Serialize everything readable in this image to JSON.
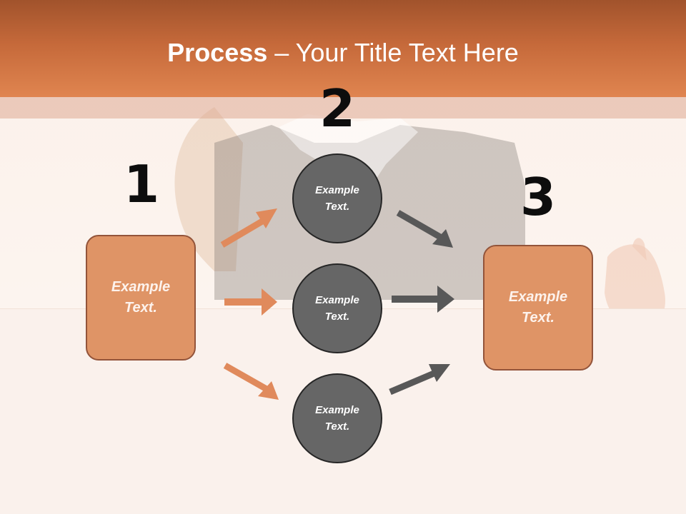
{
  "slide": {
    "title_bold": "Process",
    "title_rest": " – Your Title Text Here",
    "colors": {
      "band": "#c5693a",
      "box_fill": "#df9466",
      "box_border": "#93543a",
      "circle_fill": "#666666",
      "orange_arrow": "#e08a5c",
      "gray_arrow": "#585858"
    }
  },
  "steps": [
    {
      "number": "1",
      "text": "Example Text."
    },
    {
      "number": "2",
      "text": "Example Text."
    },
    {
      "number": "3",
      "text": "Example Text."
    }
  ],
  "circles": [
    {
      "text": "Example Text."
    },
    {
      "text": "Example Text."
    },
    {
      "text": "Example Text."
    }
  ]
}
